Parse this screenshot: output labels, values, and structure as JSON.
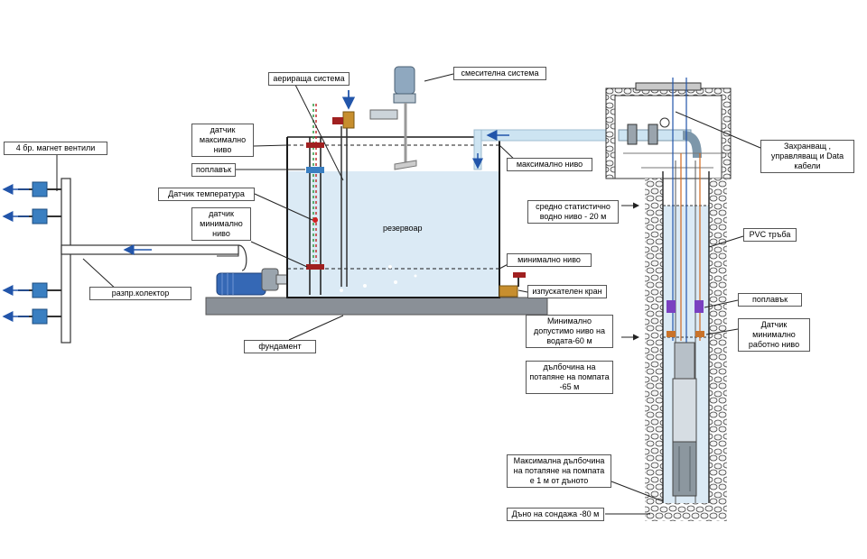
{
  "labels": {
    "valves": "4 бр. магнет вентили",
    "aeration": "аерираща система",
    "mixing": "смесителна система",
    "sensor_max": "датчик максимално ниво",
    "float_left": "поплавък",
    "temp_sensor": "Датчик температура",
    "sensor_min": "датчик минимално ниво",
    "reservoir": "резервоар",
    "collector": "разпр.колектор",
    "foundation": "фундамент",
    "max_level": "максимално ниво",
    "min_level": "минимално ниво",
    "drain_valve": "изпускателен кран",
    "cables": "Захранващ , управляващ и Data кабели",
    "static_level": "средно статистично водно ниво - 20 м",
    "pvc_pipe": "PVC тръба",
    "float_right": "поплавък",
    "min_work_sensor": "Датчик минимално работно ниво",
    "min_allowed_level": "Минимално допустимо ниво на водата-60 м",
    "pump_depth": "дълбочина на потапяне на помпата -65 м",
    "max_pump_depth": "Максимална дълбочина на потапяне на помпата е 1 м от дъното",
    "bottom": "Дъно на сондажа -80 м"
  },
  "colors": {
    "water": "#dbeaf5",
    "pipe": "#cde4f2",
    "arrow": "#2255aa",
    "component": "#3a7fc1",
    "tank_line": "#1a1a1a",
    "sensor_red": "#a02020",
    "float_purple": "#7a40c0",
    "pump_motor": "#3568b5",
    "foundation": "#8a9097"
  },
  "icons": [
    "valve-icon",
    "pump-icon",
    "mixer-icon",
    "float-icon",
    "sensor-icon",
    "arrow-icon"
  ]
}
